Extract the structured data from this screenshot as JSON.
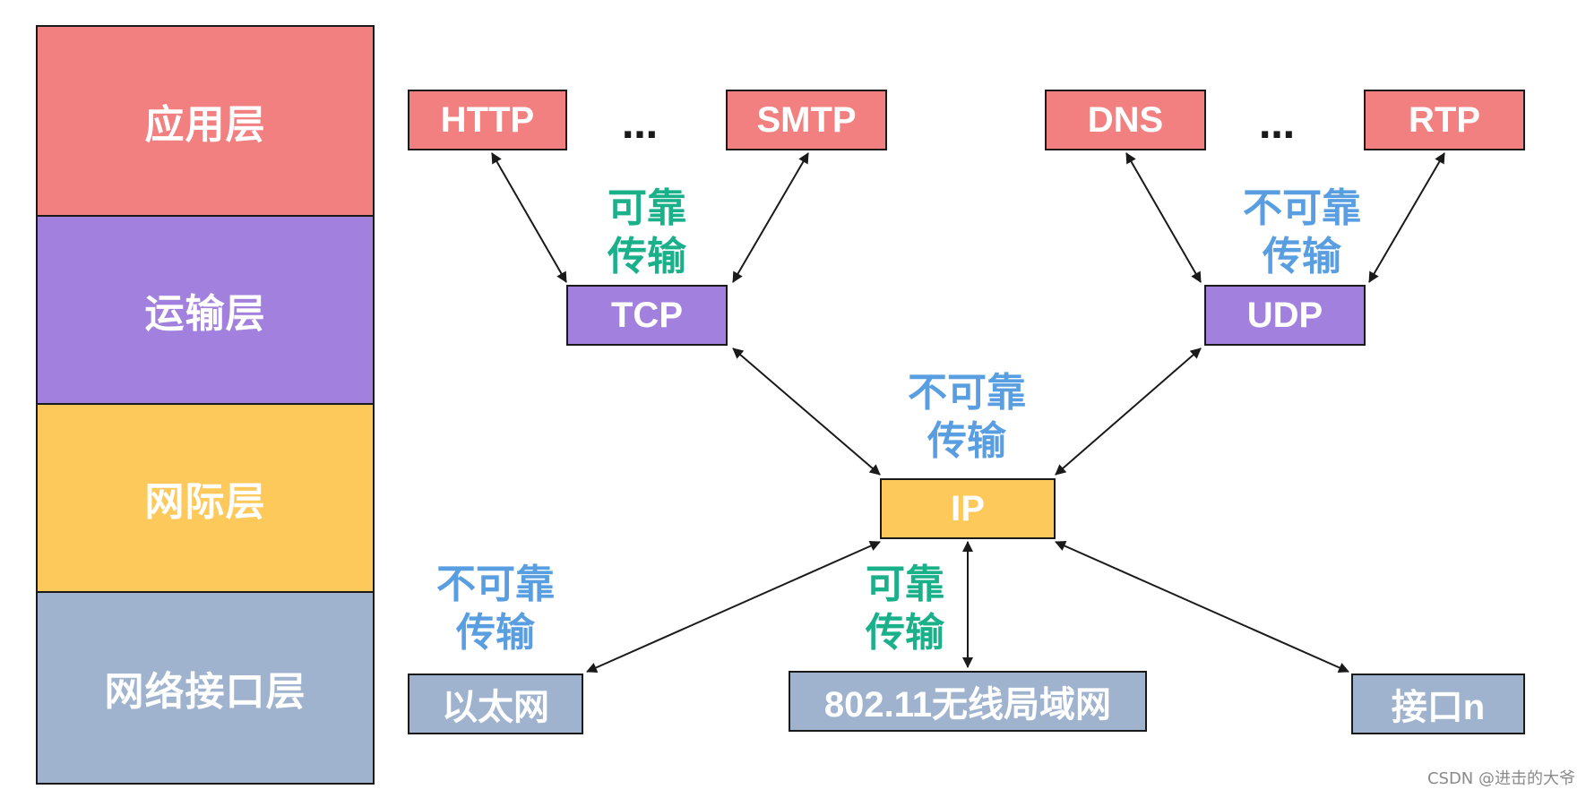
{
  "colors": {
    "application": "#f28080",
    "transport": "#a281de",
    "internet": "#fcc95a",
    "link": "#9fb3cf",
    "reliable_text": "#19b08a",
    "unreliable_text": "#5a9ee2",
    "stroke": "#1a1a1a"
  },
  "layers": {
    "application": "应用层",
    "transport": "运输层",
    "internet": "网际层",
    "link": "网络接口层"
  },
  "protocols": {
    "http": "HTTP",
    "smtp": "SMTP",
    "dns": "DNS",
    "rtp": "RTP",
    "tcp": "TCP",
    "udp": "UDP",
    "ip": "IP",
    "ethernet": "以太网",
    "wlan": "802.11无线局域网",
    "interface_n": "接口n"
  },
  "ellipsis": {
    "left": "…",
    "right": "…"
  },
  "notes": {
    "tcp_reliable": {
      "line1": "可靠",
      "line2": "传输"
    },
    "udp_unreliable": {
      "line1": "不可靠",
      "line2": "传输"
    },
    "ip_unreliable": {
      "line1": "不可靠",
      "line2": "传输"
    },
    "ethernet_unreliable": {
      "line1": "不可靠",
      "line2": "传输"
    },
    "wlan_reliable": {
      "line1": "可靠",
      "line2": "传输"
    }
  },
  "watermark": "CSDN @进击的大爷"
}
